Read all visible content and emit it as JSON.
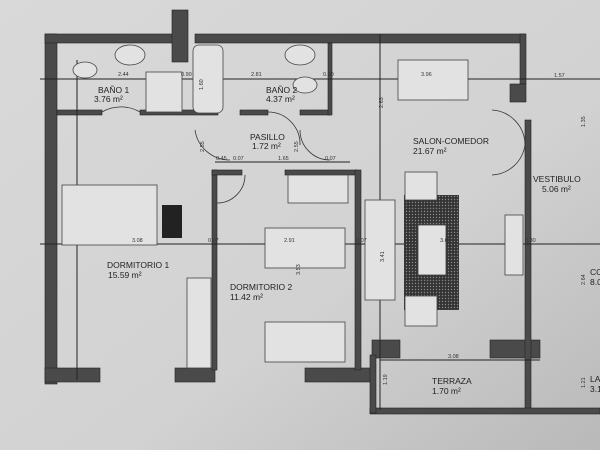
{
  "rooms": [
    {
      "name": "BAÑO 1",
      "area": "3.76 m²"
    },
    {
      "name": "BAÑO 2",
      "area": "4.37 m²"
    },
    {
      "name": "PASILLO",
      "area": "1.72 m²"
    },
    {
      "name": "SALON-COMEDOR",
      "area": "21.67 m²"
    },
    {
      "name": "VESTIBULO",
      "area": "5.06 m²"
    },
    {
      "name": "DORMITORIO 1",
      "area": "15.59 m²"
    },
    {
      "name": "DORMITORIO 2",
      "area": "11.42 m²"
    },
    {
      "name": "TERRAZA",
      "area": "1.70 m²"
    },
    {
      "name": "CO",
      "area": "8.0"
    },
    {
      "name": "LA",
      "area": "3.1"
    }
  ],
  "dimensions": {
    "bano1_width": "2.44",
    "bano2_width": "2.81",
    "wall_a": "0.90",
    "bath_len": "1.60",
    "wall_b": "0.90",
    "salon_width": "3.96",
    "vest_width": "1.57",
    "salon_height": "2.63",
    "door1": "2.55",
    "door2": "2.55",
    "pas_a": "0.45",
    "pas_b": "0.07",
    "pas_c": "1.65",
    "pas_d": "0.07",
    "dorm1_width": "3.08",
    "wall_c": "0.07",
    "dorm2_width": "2.91",
    "wall_d": "0.07",
    "sofa": "3.41",
    "dorm2_height": "3.53",
    "salon_w2": "3.60",
    "wall_e": "0.30",
    "co_height": "2.64",
    "vest_height": "1.35",
    "terraza_width": "3.08",
    "terraza_height": "1.19",
    "la_height": "1.21"
  },
  "colors": {
    "paper": "#cfcfcf",
    "wall": "#4a4a4a"
  }
}
